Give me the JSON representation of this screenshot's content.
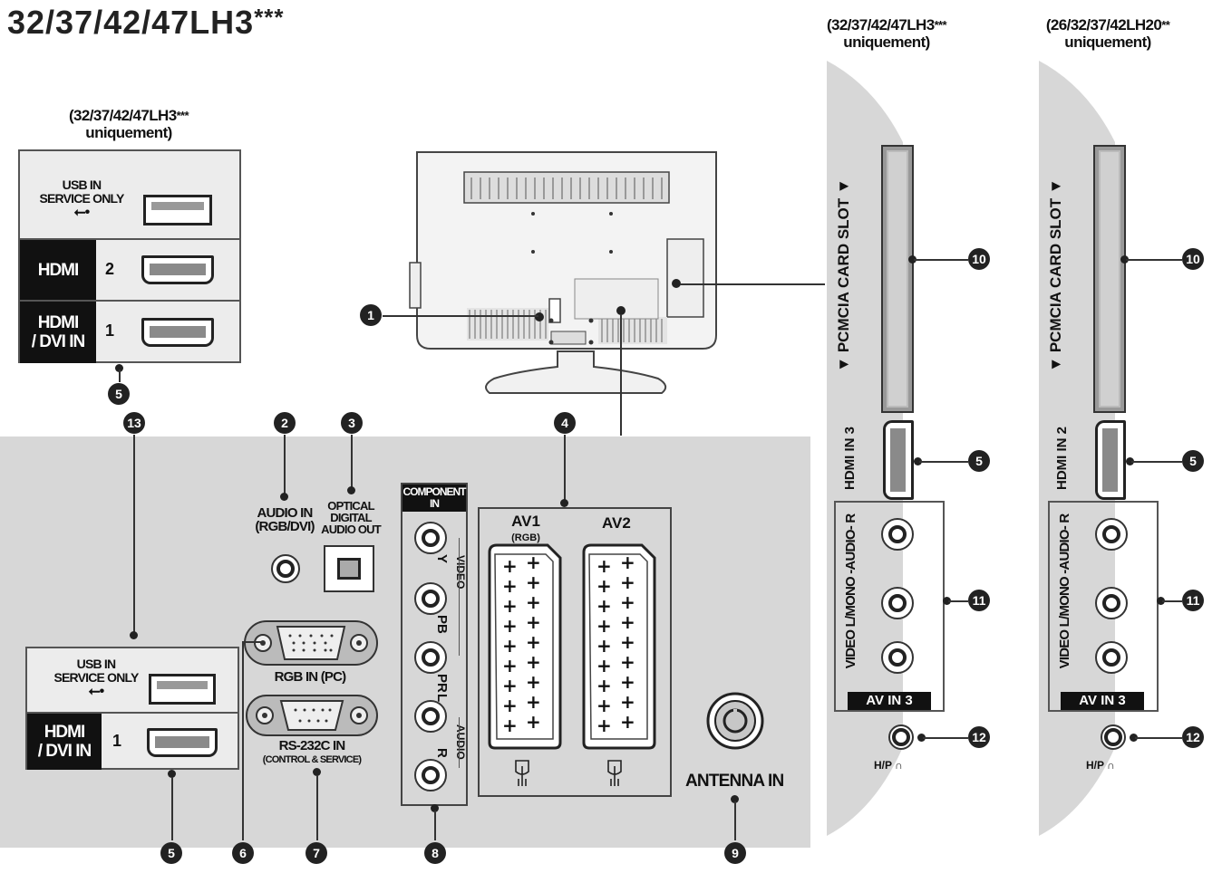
{
  "title": {
    "main": "32/37/42/47LH3",
    "stars": "***"
  },
  "notes": {
    "left": {
      "line1": "(32/37/42/47LH3",
      "stars": "***",
      "line2": "uniquement)"
    },
    "side1": {
      "line1": "(32/37/42/47LH3",
      "stars": "***",
      "line2": "uniquement)"
    },
    "side2": {
      "line1": "(26/32/37/42LH20",
      "stars": "**",
      "line2": "uniquement)"
    }
  },
  "top_panel": {
    "usb_line1": "USB IN",
    "usb_line2": "SERVICE ONLY",
    "usb_symbol": "⭠",
    "hdmi_label": "HDMI",
    "hdmi_num": "2",
    "hdmidvi_line1": "HDMI",
    "hdmidvi_line2": "/ DVI IN",
    "hdmidvi_num": "1"
  },
  "main_panel": {
    "usb_line1": "USB IN",
    "usb_line2": "SERVICE ONLY",
    "usb_symbol": "⭠",
    "hdmidvi_line1": "HDMI",
    "hdmidvi_line2": "/ DVI IN",
    "hdmidvi_num": "1",
    "audio_in_line1": "AUDIO IN",
    "audio_in_line2": "(RGB/DVI)",
    "optical_line1": "OPTICAL",
    "optical_line2": "DIGITAL",
    "optical_line3": "AUDIO OUT",
    "rgb_in": "RGB IN (PC)",
    "rs232_line1": "RS-232C IN",
    "rs232_line2": "(CONTROL & SERVICE)",
    "component_line1": "COMPONENT",
    "component_line2": "IN",
    "y": "Y",
    "pb": "PB",
    "pr": "PR",
    "l": "L",
    "r": "R",
    "video": "VIDEO",
    "audio": "AUDIO",
    "av1": "AV1",
    "av1_sub": "(RGB)",
    "av2": "AV2",
    "antenna": "ANTENNA IN"
  },
  "side_panels": [
    {
      "pcmcia": "▼ PCMCIA  CARD  SLOT ▼",
      "hdmi": "HDMI IN 3",
      "vertlabel": "VIDEO  L/MONO -AUDIO- R",
      "avin": "AV IN 3",
      "hp": "H/P"
    },
    {
      "pcmcia": "▼ PCMCIA  CARD  SLOT ▼",
      "hdmi": "HDMI IN 2",
      "vertlabel": "VIDEO  L/MONO -AUDIO- R",
      "avin": "AV IN 3",
      "hp": "H/P"
    }
  ],
  "badges": {
    "b1": "1",
    "b2": "2",
    "b3": "3",
    "b4": "4",
    "b5": "5",
    "b6": "6",
    "b7": "7",
    "b8": "8",
    "b9": "9",
    "b10": "10",
    "b11": "11",
    "b12": "12",
    "b13": "13"
  }
}
